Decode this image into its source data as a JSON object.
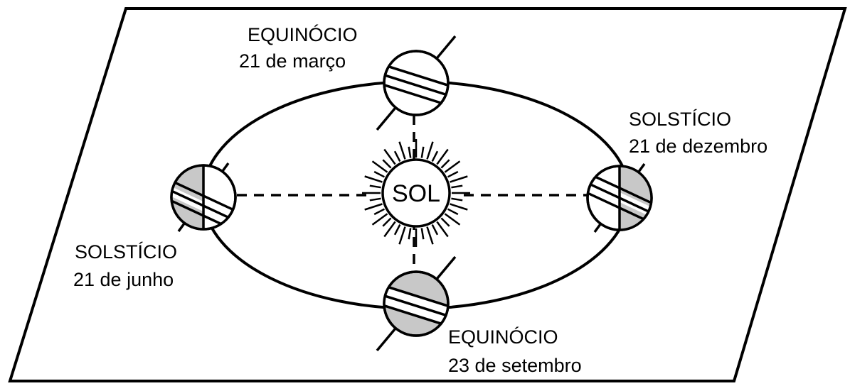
{
  "diagram": {
    "sun": {
      "label": "SOL"
    },
    "positions": {
      "march": {
        "line1": "EQUINÓCIO",
        "line2": "21 de março"
      },
      "december": {
        "line1": "SOLSTÍCIO",
        "line2": "21 de dezembro"
      },
      "june": {
        "line1": "SOLSTÍCIO",
        "line2": "21 de junho"
      },
      "september": {
        "line1": "EQUINÓCIO",
        "line2": "23 de setembro"
      }
    },
    "colors": {
      "stroke": "#000000",
      "shadow": "#c8c8c8",
      "lit": "#ffffff"
    }
  }
}
